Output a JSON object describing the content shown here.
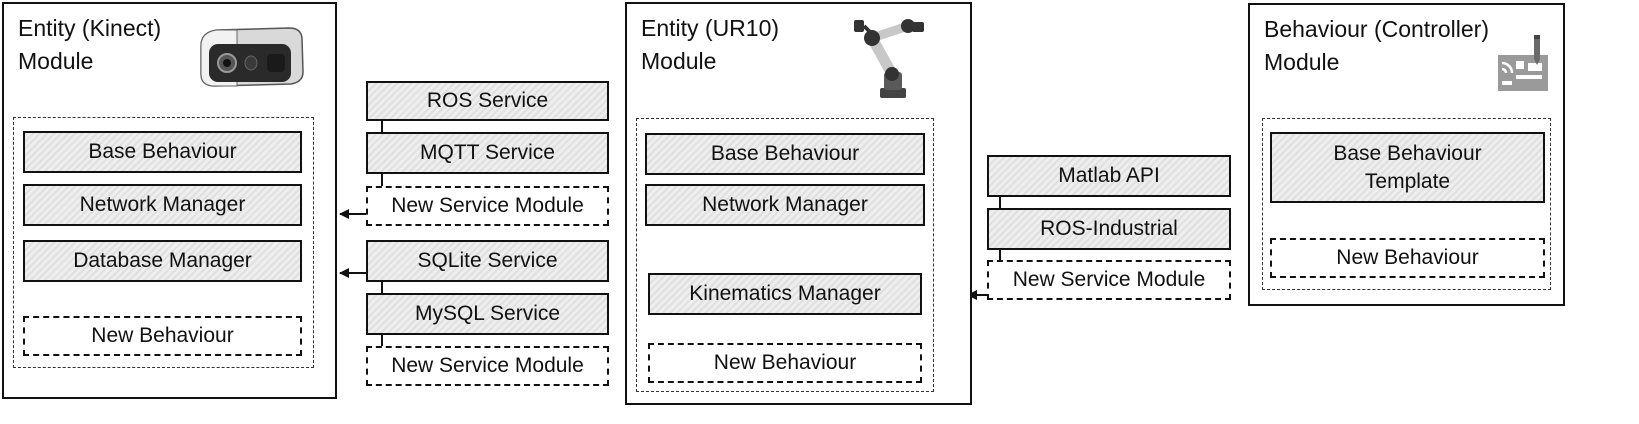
{
  "kinect": {
    "title_line1": "Entity (Kinect)",
    "title_line2": "Module",
    "icon": "kinect-camera-icon",
    "boxes": [
      "Base Behaviour",
      "Network Manager",
      "Database Manager",
      "New Behaviour"
    ],
    "services": [
      "ROS Service",
      "MQTT Service",
      "New Service Module",
      "SQLite Service",
      "MySQL Service",
      "New Service Module"
    ]
  },
  "ur10": {
    "title_line1": "Entity (UR10)",
    "title_line2": "Module",
    "icon": "robot-arm-icon",
    "boxes": [
      "Base Behaviour",
      "Network Manager",
      "Kinematics Manager",
      "New Behaviour"
    ],
    "services": [
      "Matlab API",
      "ROS-Industrial",
      "New Service Module"
    ]
  },
  "controller": {
    "title_line1": "Behaviour (Controller)",
    "title_line2": "Module",
    "icon": "controller-blueprint-icon",
    "boxes": [
      "Base Behaviour Template",
      "New Behaviour"
    ]
  }
}
